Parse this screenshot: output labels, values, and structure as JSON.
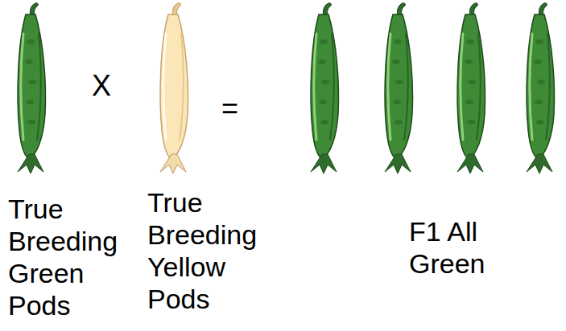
{
  "diagram": {
    "labels": [
      "X",
      "=",
      "True Breeding Green Pods",
      "True Breeding Yellow Pods",
      "F1 All Green"
    ]
  }
}
